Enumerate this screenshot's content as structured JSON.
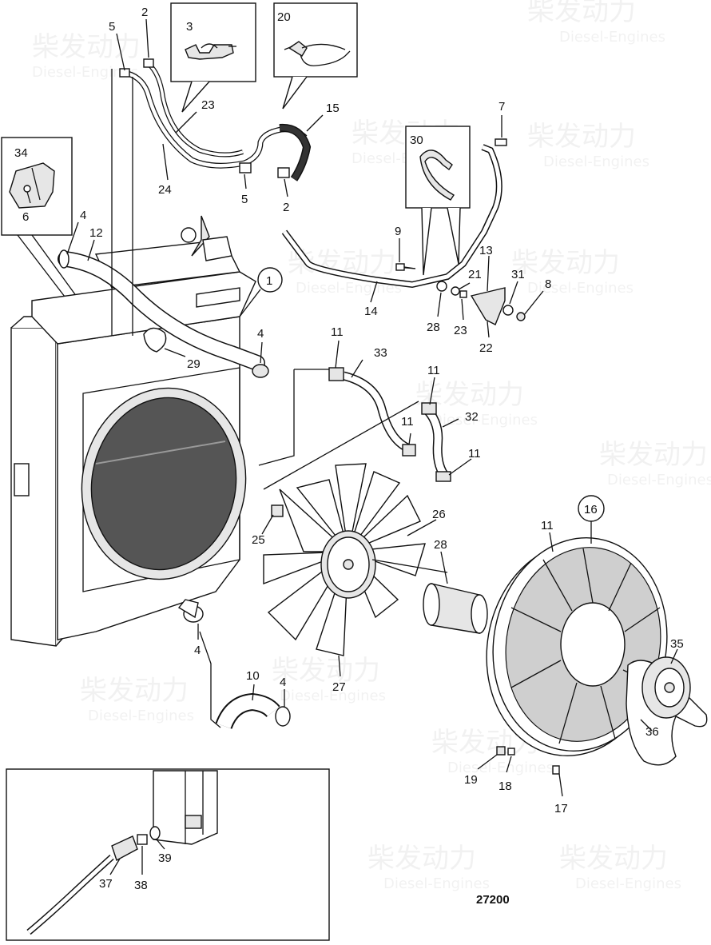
{
  "diagram_id": "27200",
  "watermark": {
    "brand_cn": "柴发动力",
    "brand_en": "Diesel-Engines"
  },
  "callouts": [
    {
      "id": "c5a",
      "text": "5"
    },
    {
      "id": "c2a",
      "text": "2"
    },
    {
      "id": "c3",
      "text": "3"
    },
    {
      "id": "c20",
      "text": "20"
    },
    {
      "id": "c23a",
      "text": "23"
    },
    {
      "id": "c15",
      "text": "15"
    },
    {
      "id": "c7",
      "text": "7"
    },
    {
      "id": "c34",
      "text": "34"
    },
    {
      "id": "c6",
      "text": "6"
    },
    {
      "id": "c24",
      "text": "24"
    },
    {
      "id": "c5b",
      "text": "5"
    },
    {
      "id": "c2b",
      "text": "2"
    },
    {
      "id": "c30",
      "text": "30"
    },
    {
      "id": "c4a",
      "text": "4"
    },
    {
      "id": "c12",
      "text": "12"
    },
    {
      "id": "c9",
      "text": "9"
    },
    {
      "id": "c13",
      "text": "13"
    },
    {
      "id": "c1",
      "text": "1"
    },
    {
      "id": "c21",
      "text": "21"
    },
    {
      "id": "c31",
      "text": "31"
    },
    {
      "id": "c8",
      "text": "8"
    },
    {
      "id": "c14",
      "text": "14"
    },
    {
      "id": "c28a",
      "text": "28"
    },
    {
      "id": "c23b",
      "text": "23"
    },
    {
      "id": "c22",
      "text": "22"
    },
    {
      "id": "c4b",
      "text": "4"
    },
    {
      "id": "c11a",
      "text": "11"
    },
    {
      "id": "c33",
      "text": "33"
    },
    {
      "id": "c29",
      "text": "29"
    },
    {
      "id": "c11b",
      "text": "11"
    },
    {
      "id": "c32",
      "text": "32"
    },
    {
      "id": "c11c",
      "text": "11"
    },
    {
      "id": "c11d",
      "text": "11"
    },
    {
      "id": "c26",
      "text": "26"
    },
    {
      "id": "c16",
      "text": "16"
    },
    {
      "id": "c25",
      "text": "25"
    },
    {
      "id": "c11e",
      "text": "11"
    },
    {
      "id": "c28b",
      "text": "28"
    },
    {
      "id": "c35",
      "text": "35"
    },
    {
      "id": "c4c",
      "text": "4"
    },
    {
      "id": "c10",
      "text": "10"
    },
    {
      "id": "c4d",
      "text": "4"
    },
    {
      "id": "c27",
      "text": "27"
    },
    {
      "id": "c36",
      "text": "36"
    },
    {
      "id": "c19",
      "text": "19"
    },
    {
      "id": "c18",
      "text": "18"
    },
    {
      "id": "c17",
      "text": "17"
    },
    {
      "id": "c39",
      "text": "39"
    },
    {
      "id": "c37",
      "text": "37"
    },
    {
      "id": "c38",
      "text": "38"
    }
  ]
}
